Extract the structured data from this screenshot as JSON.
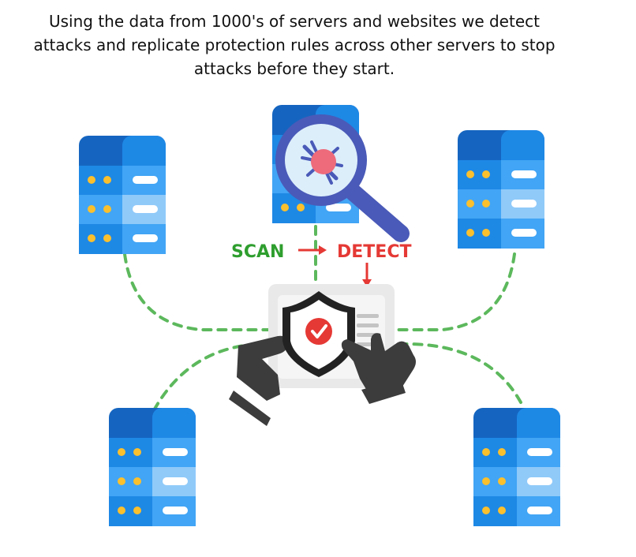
{
  "intro": {
    "lines": [
      "Using the data from 1000's of servers and websites we detect",
      "attacks and replicate protection rules across other servers to stop",
      "attacks before they start."
    ]
  },
  "flow": {
    "scan_label": "SCAN",
    "detect_label": "DETECT"
  },
  "colors": {
    "server_dark": "#1565c0",
    "server_mid": "#1e88e5",
    "server_light": "#42a5f5",
    "led_yellow": "#fbc02d",
    "dashed_link": "#5cb85c",
    "scan_green": "#2e9e2e",
    "detect_red": "#e53935",
    "shield_black": "#222222",
    "hand_gray": "#3c3c3c",
    "magnifier_blue": "#4a5ab8"
  },
  "icons": [
    "server-icon",
    "magnifier-icon",
    "bug-icon",
    "shield-check-icon",
    "hand-icon",
    "document-icon",
    "arrow-right-icon",
    "arrow-down-icon"
  ]
}
